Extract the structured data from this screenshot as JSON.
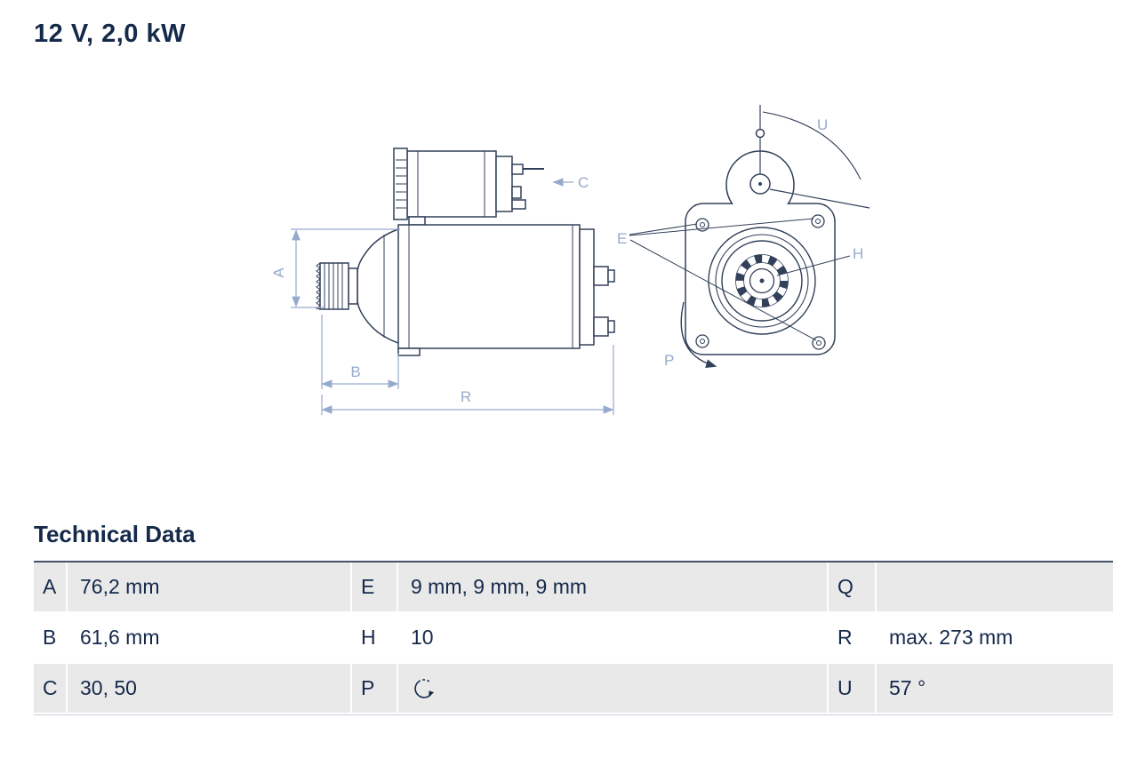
{
  "header": {
    "title": "12 V, 2,0 kW"
  },
  "technical_data": {
    "heading": "Technical Data",
    "rows": [
      {
        "cells": [
          {
            "l": "A",
            "v": "76,2 mm"
          },
          {
            "l": "E",
            "v": "9 mm, 9 mm, 9 mm"
          },
          {
            "l": "Q",
            "v": ""
          }
        ]
      },
      {
        "cells": [
          {
            "l": "B",
            "v": "61,6 mm"
          },
          {
            "l": "H",
            "v": "10"
          },
          {
            "l": "R",
            "v": "max. 273 mm"
          }
        ]
      },
      {
        "cells": [
          {
            "l": "C",
            "v": "30, 50"
          },
          {
            "l": "P",
            "v": "",
            "icon": "rotation-direction-icon"
          },
          {
            "l": "U",
            "v": "57 °"
          }
        ]
      }
    ]
  },
  "diagram": {
    "labels": {
      "A": "A",
      "B": "B",
      "C": "C",
      "E": "E",
      "H": "H",
      "P": "P",
      "R": "R",
      "U": "U"
    }
  },
  "icons": {
    "rotation": "rotation-direction-icon"
  },
  "colors": {
    "text_navy": "#15294b",
    "dimension_blue": "#96aacd",
    "drawing_line": "#32415a",
    "row_shade": "#e9e9e9"
  }
}
